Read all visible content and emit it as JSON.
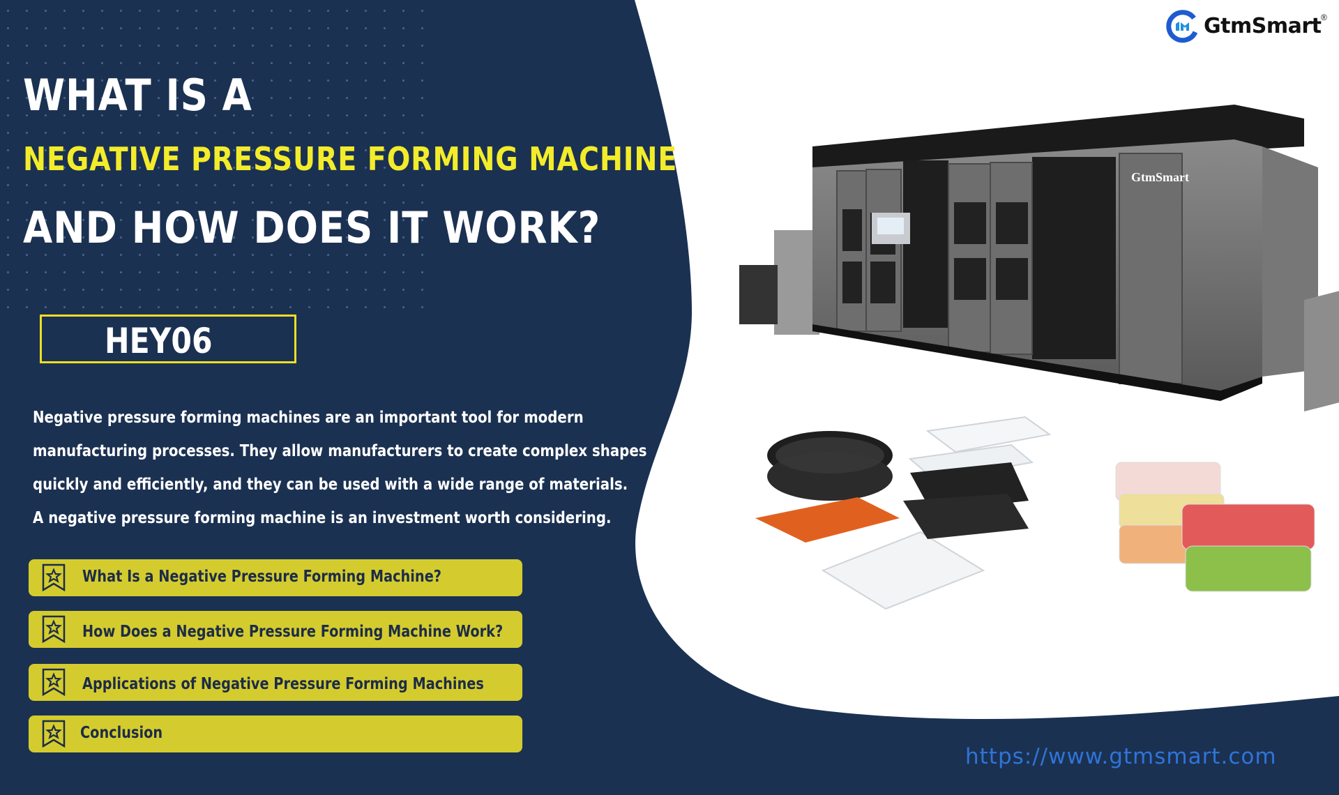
{
  "brand": {
    "name": "GtmSmart",
    "registered_mark": "®",
    "logo_icon": "gtmsmart-logo-icon",
    "colors": {
      "blue": "#1f5bd0",
      "text": "#111111"
    }
  },
  "headline": {
    "line1": "WHAT IS A",
    "line2": "NEGATIVE PRESSURE FORMING MACHINE",
    "line3": "AND HOW DOES IT WORK?"
  },
  "model_badge": "HEY06",
  "description": [
    "Negative pressure forming machines are an important tool for modern",
    "manufacturing processes. They allow manufacturers to create complex shapes",
    "quickly and efficiently, and they can be used with a wide range of materials.",
    "A negative pressure forming machine is an investment worth considering."
  ],
  "toc": [
    {
      "label": "What Is a Negative Pressure Forming Machine?",
      "icon": "bookmark-star-icon"
    },
    {
      "label": "How Does a Negative Pressure Forming Machine Work?",
      "icon": "bookmark-star-icon"
    },
    {
      "label": "Applications of Negative Pressure Forming Machines",
      "icon": "bookmark-star-icon"
    },
    {
      "label": "Conclusion",
      "icon": "bookmark-star-icon"
    }
  ],
  "machine_label": "GtmSmart",
  "website": "https://www.gtmsmart.com",
  "colors": {
    "background": "#1b3152",
    "accent_yellow": "#f3ec2a",
    "toc_bar": "#d4cc2e",
    "toc_text": "#1d2c48",
    "url": "#2f74d8"
  }
}
